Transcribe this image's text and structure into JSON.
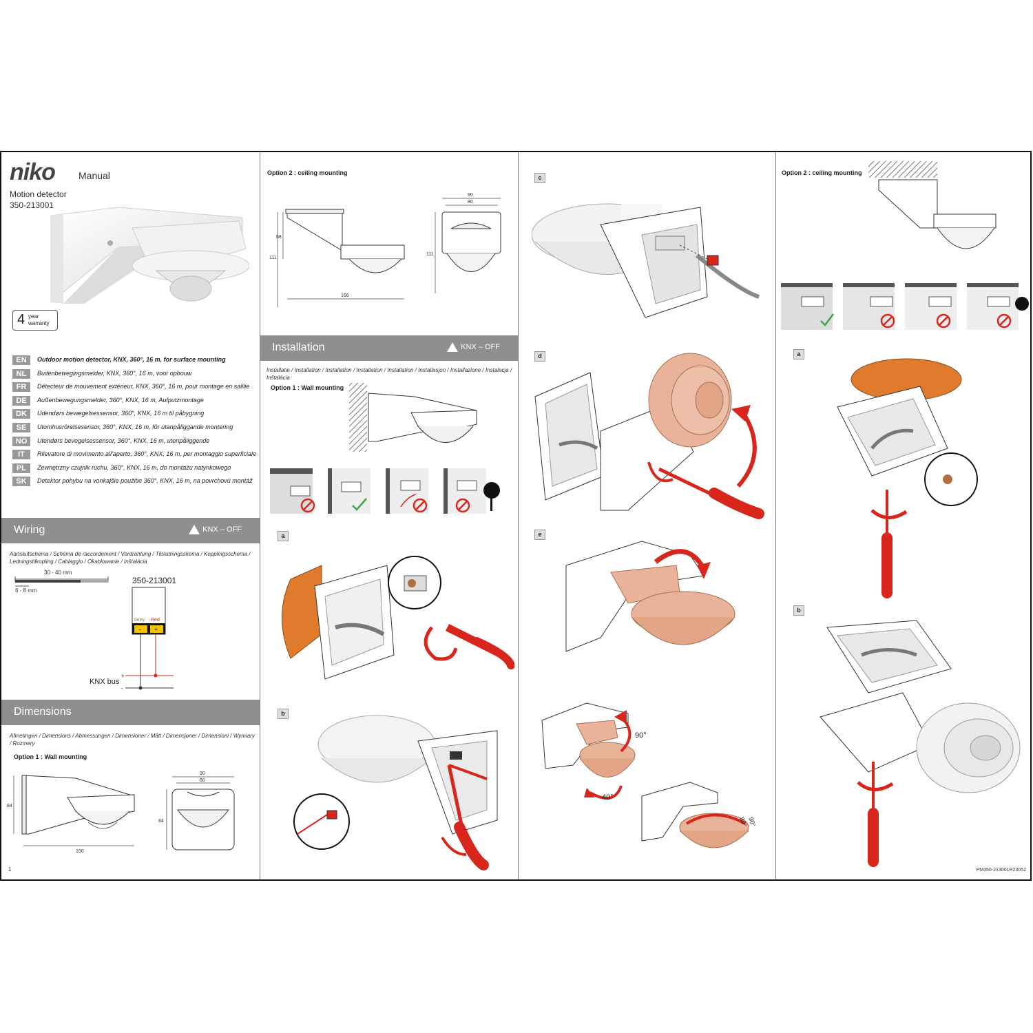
{
  "brand": {
    "logo": "niko",
    "doc_type": "Manual"
  },
  "product": {
    "name": "Motion detector",
    "code": "350-213001"
  },
  "warranty": {
    "number": "4",
    "line1": "year",
    "line2": "warranty"
  },
  "languages": [
    {
      "code": "EN",
      "text": "Outdoor motion detector, KNX, 360°, 16 m, for surface mounting"
    },
    {
      "code": "NL",
      "text": "Buitenbewegingsmelder, KNX, 360°, 16 m, voor opbouw"
    },
    {
      "code": "FR",
      "text": "Détecteur de mouvement extérieur, KNX, 360°, 16 m, pour montage en saillie"
    },
    {
      "code": "DE",
      "text": "Außenbewegungsmelder, 360°, KNX, 16 m, Aufputzmontage"
    },
    {
      "code": "DK",
      "text": "Udendørs bevægelsessensor, 360°, KNX, 16 m til påbygning"
    },
    {
      "code": "SE",
      "text": "Utomhusrörelsesensor, 360°, KNX, 16 m, för utanpåliggande montering"
    },
    {
      "code": "NO",
      "text": "Utendørs bevegelsessensor, 360°, KNX, 16 m, utenpåliggende"
    },
    {
      "code": "IT",
      "text": "Rilevatore di movimento all'aperto, 360°, KNX, 16 m, per montaggio superficiale"
    },
    {
      "code": "PL",
      "text": "Zewnętrzny czujnik ruchu, 360°, KNX, 16 m, do montażu natynkowego"
    },
    {
      "code": "SK",
      "text": "Detektor pohybu na vonkajšie použitie 360°, KNX, 16 m, na povrchovú montáž"
    }
  ],
  "wiring": {
    "title": "Wiring",
    "warning": "KNX – OFF",
    "subtitle": "Aansluitschema / Schéma de raccordement / Verdrahtung / Tilslutningsskema / Kopplingsschema / Ledningstilkopling / Cablaggio / Okablowanie / Inštalácia",
    "strip_long": "30 - 40 mm",
    "strip_short": "6 - 8 mm",
    "device_code": "350-213001",
    "terminal_grey": "Grey",
    "terminal_red": "Red",
    "minus": "-",
    "plus": "+",
    "bus_label": "KNX bus"
  },
  "dimensions": {
    "title": "Dimensions",
    "subtitle": "Afmetingen / Dimensions / Abmessungen / Dimensioner / Mått / Dimensjoner / Dimensioni / Wymiary / Rozmery",
    "option1": "Option 1 : Wall mounting",
    "wall_h": "84",
    "wall_w": "150",
    "front_w1": "90",
    "front_w2": "80",
    "front_h": "84",
    "option2": "Option 2 : ceiling mounting",
    "ceil_h1": "68",
    "ceil_h2": "111",
    "ceil_w": "166",
    "ceil_front_w1": "90",
    "ceil_front_w2": "80",
    "ceil_front_h": "111"
  },
  "installation": {
    "title": "Installation",
    "warning": "KNX – OFF",
    "subtitle": "Installatie / Installation / Installation / Installation / Installation / Installasjon / Installazione / Instalacja / Inštalácia",
    "option1": "Option 1 : Wall mounting",
    "option2": "Option 2 : ceiling mounting"
  },
  "steps": {
    "a": "a",
    "b": "b",
    "c": "c",
    "d": "d",
    "e": "e",
    "a2": "a",
    "b2": "b"
  },
  "angles": {
    "a90": "90°",
    "a40": "40°",
    "a90b": "90°",
    "a90c": "90°"
  },
  "page_number": "1",
  "doc_ref": "PM350-213001R23052",
  "colors": {
    "accent_red": "#d9261c",
    "box_orange": "#e07a2c",
    "bar_grey": "#8f8f8f",
    "sensor_pink": "#e9b39a"
  }
}
